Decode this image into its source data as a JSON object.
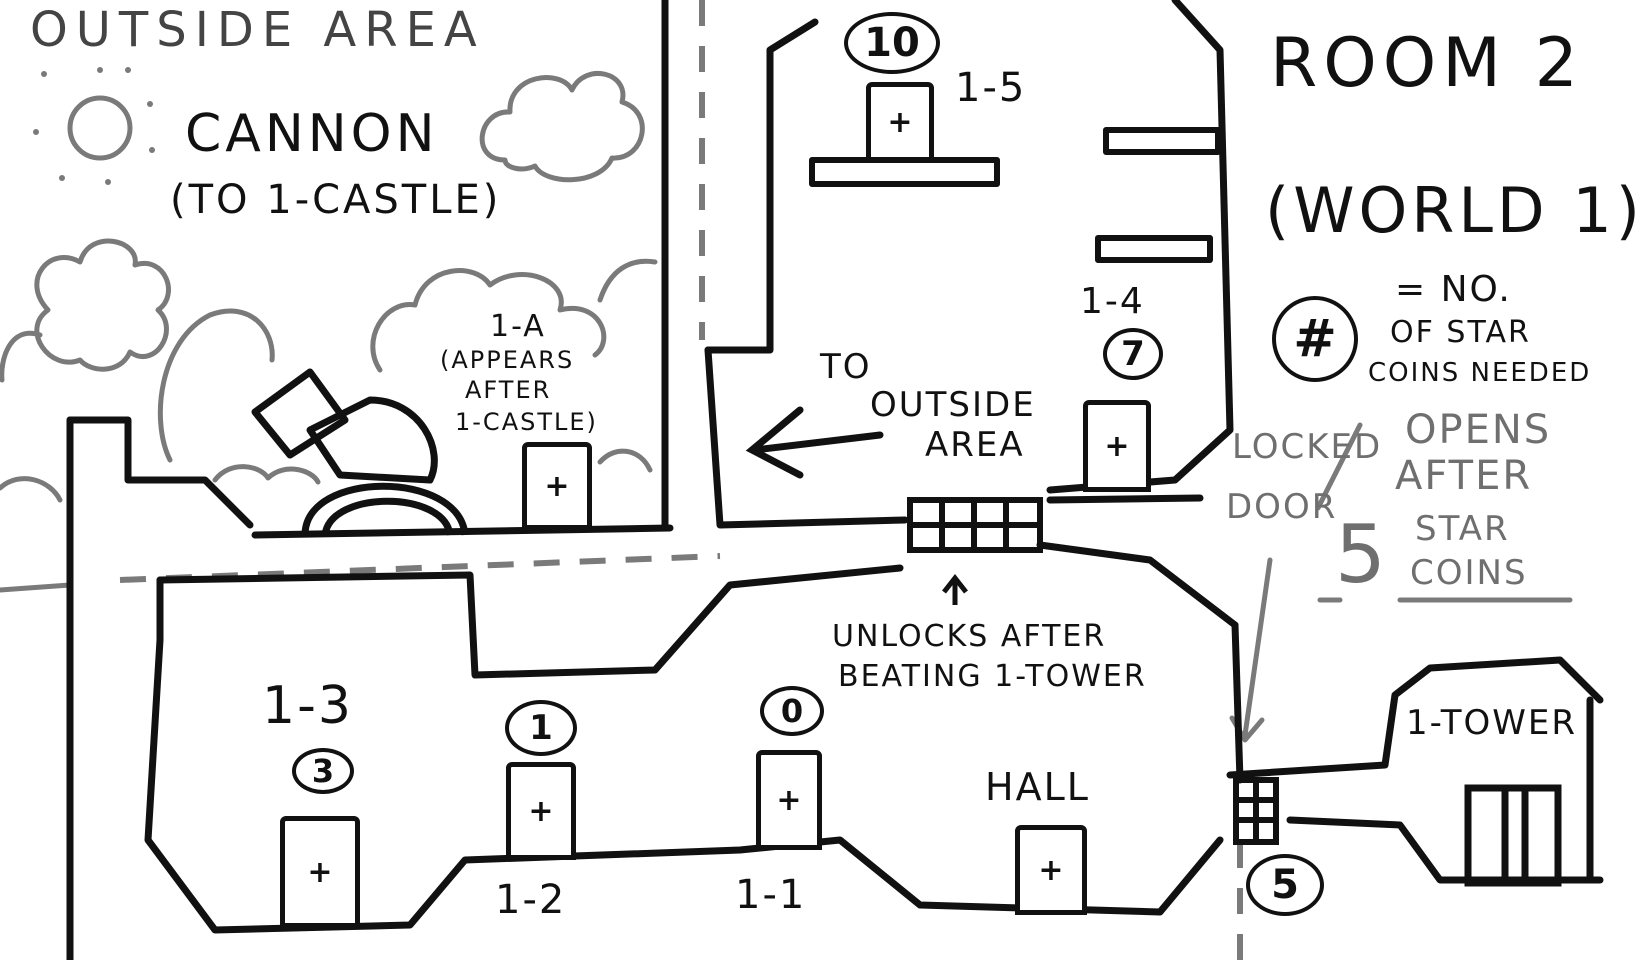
{
  "outside_area": {
    "title": "OUTSIDE AREA",
    "cannon_label": "CANNON",
    "cannon_sublabel": "(TO 1-CASTLE)",
    "level_1a": {
      "label": "1-A",
      "note_1": "(APPEARS",
      "note_2": "AFTER",
      "note_3": "1-CASTLE)"
    }
  },
  "room": {
    "title": "ROOM 2",
    "subtitle": "(WORLD 1)"
  },
  "legend": {
    "symbol": "#",
    "text_1": "= NO.",
    "text_2": "OF STAR",
    "text_3": "COINS NEEDED"
  },
  "locked_note": {
    "locked": "LOCKED",
    "door": "DOOR",
    "opens": "OPENS",
    "after": "AFTER",
    "count": "5",
    "star": "STAR",
    "coins": "COINS"
  },
  "to_outside": {
    "line_1": "TO",
    "line_2": "OUTSIDE",
    "line_3": "AREA"
  },
  "unlock_note": {
    "line_1": "UNLOCKS AFTER",
    "line_2": "BEATING 1-TOWER"
  },
  "doors": {
    "d15": {
      "label": "1-5",
      "coins": "10",
      "symbol": "+"
    },
    "d14": {
      "label": "1-4",
      "coins": "7",
      "symbol": "+"
    },
    "d13": {
      "label": "1-3",
      "coins": "3",
      "symbol": "+"
    },
    "d12": {
      "label": "1-2",
      "coins": "1",
      "symbol": "+"
    },
    "d11": {
      "label": "1-1",
      "coins": "0",
      "symbol": "+"
    },
    "hall": {
      "label": "HALL",
      "symbol": "+"
    },
    "d1a": {
      "symbol": "+"
    },
    "tower_gate": {
      "coins": "5"
    }
  },
  "tower": {
    "label": "1-TOWER"
  },
  "colors": {
    "ink": "#111111",
    "pencil": "#7a7a7a",
    "paper": "#ffffff"
  }
}
